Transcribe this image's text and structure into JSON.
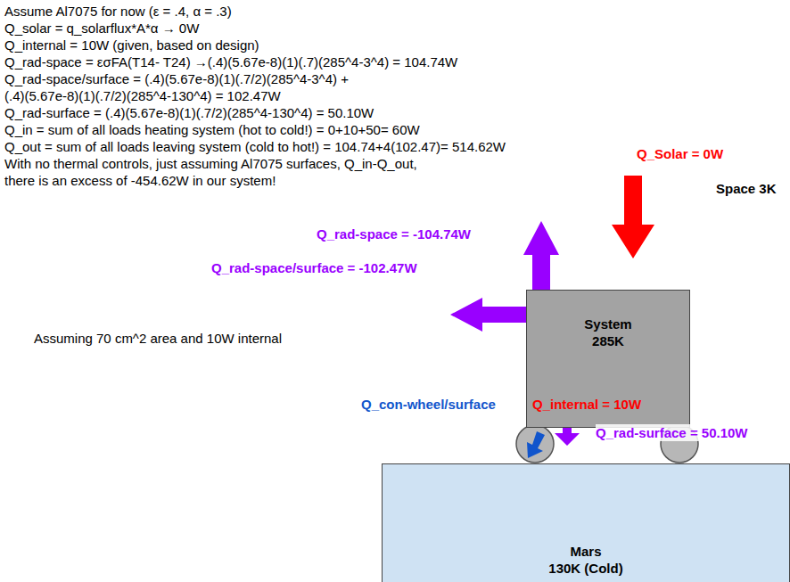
{
  "diagram": {
    "nodes": [
      {
        "text": [
          "System",
          "285K"
        ]
      },
      {
        "text": [
          "Mars",
          "130K (Cold)"
        ]
      }
    ],
    "labels": [
      "Assume Al7075 for now (ε = .4, α = .3)",
      "Q_solar = q_solarflux*A*α → 0W",
      "Q_internal = 10W (given, based on design)",
      "Q_rad-space = εσFA(T14- T24) →(.4)(5.67e-8)(1)(.7)(285^4-3^4) = 104.74W",
      "Q_rad-space/surface = (.4)(5.67e-8)(1)(.7/2)(285^4-3^4) +",
      "(.4)(5.67e-8)(1)(.7/2)(285^4-130^4) = 102.47W",
      "Q_rad-surface = (.4)(5.67e-8)(1)(.7/2)(285^4-130^4) = 50.10W",
      "Q_in = sum of all loads heating system (hot to cold!) = 0+10+50= 60W",
      "Q_out = sum of all loads leaving system (cold to hot!) = 104.74+4(102.47)= 514.62W",
      "With no thermal controls, just assuming Al7075 surfaces, Q_in-Q_out,",
      "there is an excess of -454.62W in our system!",
      "Q_Solar = 0W",
      "Space 3K",
      "Q_rad-space = -104.74W",
      "Q_rad-space/surface = -102.47W",
      "Assuming 70 cm^2 area and 10W internal",
      "Q_con-wheel/surface",
      "Q_internal = 10W",
      "Q_rad-surface = 50.10W"
    ]
  }
}
